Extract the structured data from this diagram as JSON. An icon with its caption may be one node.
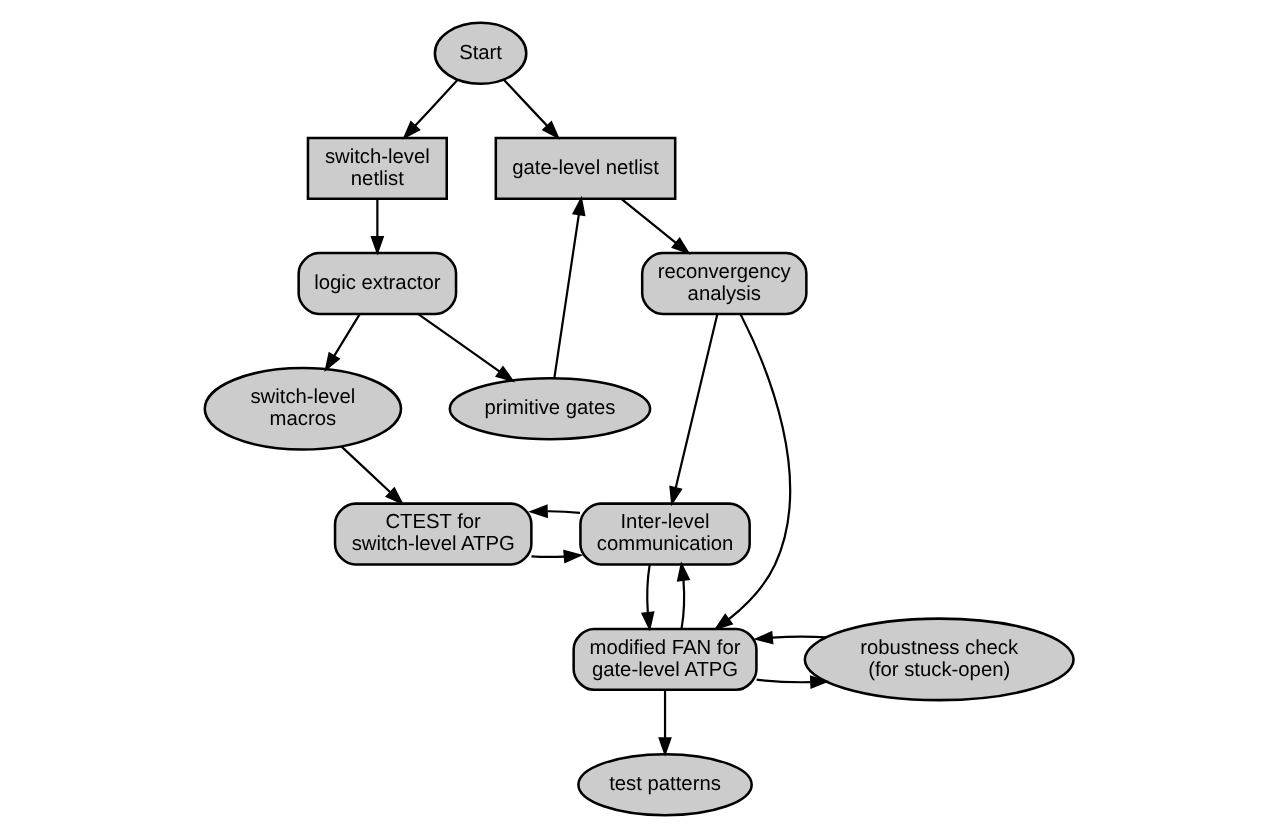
{
  "diagram": {
    "nodes": [
      {
        "text": [
          "Start"
        ]
      },
      {
        "text": [
          "switch-level netlist"
        ]
      },
      {
        "text": [
          "gate-level netlist"
        ]
      },
      {
        "text": [
          "logic extractor"
        ]
      },
      {
        "text": [
          "reconvergency analysis"
        ]
      },
      {
        "text": [
          "switch-level macros"
        ]
      },
      {
        "text": [
          "primitive gates"
        ]
      },
      {
        "text": [
          "modified FAN for gate-level ATPG"
        ]
      },
      {
        "text": [
          "robustness check (for stuck-open)"
        ]
      },
      {
        "text": [
          "CTEST for switch-level ATPG"
        ]
      },
      {
        "text": [
          "Inter-level communication"
        ]
      },
      {
        "text": [
          "test patterns"
        ]
      }
    ],
    "edges": [
      {
        "from": 0,
        "to": 1,
        "arrow": "to"
      },
      {
        "from": 0,
        "to": 2,
        "arrow": "to"
      },
      {
        "from": 1,
        "to": 3,
        "arrow": "to"
      },
      {
        "from": 2,
        "to": 4,
        "arrow": "to"
      },
      {
        "from": 3,
        "to": 5,
        "arrow": "to"
      },
      {
        "from": 3,
        "to": 6,
        "arrow": "to"
      },
      {
        "from": 6,
        "to": 2,
        "arrow": "to"
      },
      {
        "from": 4,
        "to": 7,
        "arrow": "to"
      },
      {
        "from": 4,
        "to": 10,
        "arrow": "to"
      },
      {
        "from": 5,
        "to": 9,
        "arrow": "to"
      },
      {
        "from": 9,
        "to": 10,
        "arrow": "to"
      },
      {
        "from": 10,
        "to": 9,
        "arrow": "to"
      },
      {
        "from": 10,
        "to": 7,
        "arrow": "to"
      },
      {
        "from": 7,
        "to": 10,
        "arrow": "to"
      },
      {
        "from": 7,
        "to": 8,
        "arrow": "to"
      },
      {
        "from": 8,
        "to": 7,
        "arrow": "to"
      },
      {
        "from": 7,
        "to": 11,
        "arrow": "to"
      }
    ]
  }
}
